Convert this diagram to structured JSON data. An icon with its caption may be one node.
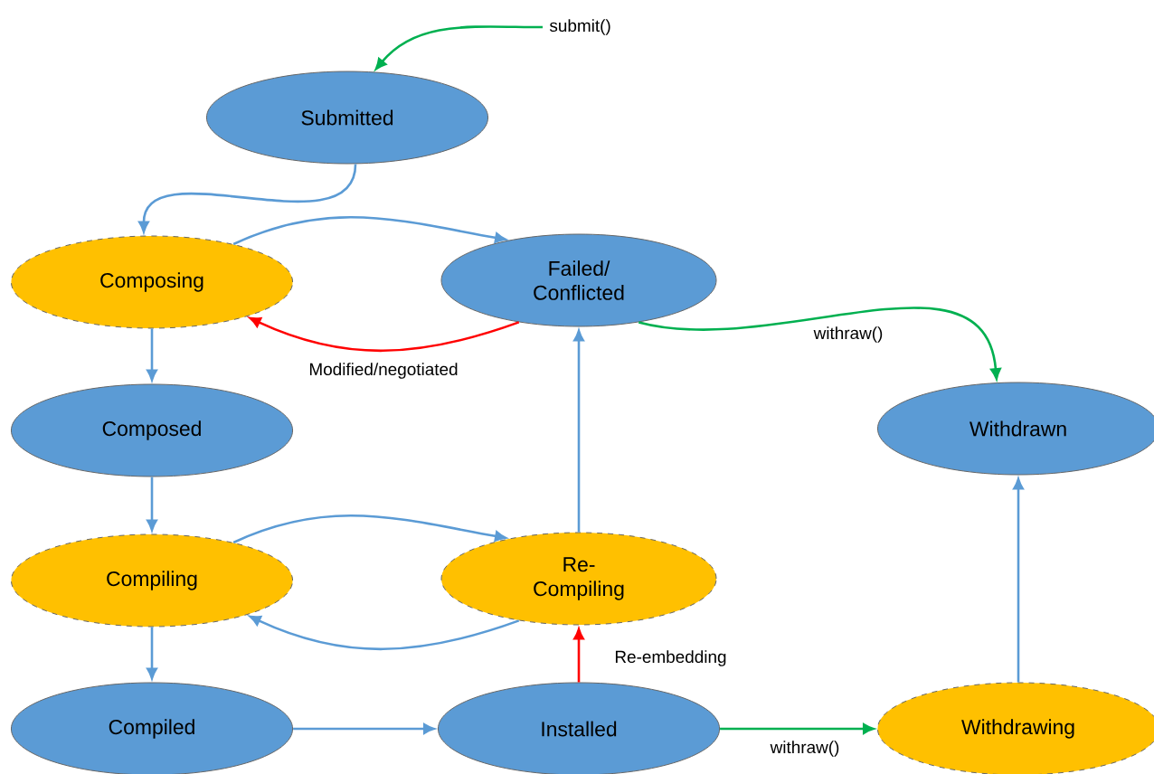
{
  "diagram": {
    "nodes": [
      {
        "text": [
          "Submitted"
        ]
      },
      {
        "text": [
          "Composing"
        ]
      },
      {
        "text": [
          "Failed/ Conflicted"
        ]
      },
      {
        "text": [
          "Composed"
        ]
      },
      {
        "text": [
          "Compiling"
        ]
      },
      {
        "text": [
          "Re- Compiling"
        ]
      },
      {
        "text": [
          "Withdrawn"
        ]
      },
      {
        "text": [
          "Compiled"
        ]
      },
      {
        "text": [
          "Installed"
        ]
      },
      {
        "text": [
          "Withdrawing"
        ]
      }
    ],
    "edges": [
      {
        "from": null,
        "to": 0,
        "arrow": "to",
        "label": "submit()",
        "color": "#00b050"
      },
      {
        "from": 0,
        "to": 1,
        "arrow": "to"
      },
      {
        "from": 1,
        "to": 2,
        "arrow": "to"
      },
      {
        "from": 2,
        "to": 1,
        "arrow": "to",
        "label": "Modified/negotiated",
        "color": "#ff0000"
      },
      {
        "from": 2,
        "to": 6,
        "arrow": "to",
        "label": "withraw()",
        "color": "#00b050"
      },
      {
        "from": 1,
        "to": 3,
        "arrow": "to"
      },
      {
        "from": 3,
        "to": 4,
        "arrow": "to"
      },
      {
        "from": 4,
        "to": 5,
        "arrow": "to"
      },
      {
        "from": 5,
        "to": 4,
        "arrow": "to"
      },
      {
        "from": 4,
        "to": 7,
        "arrow": "to"
      },
      {
        "from": 5,
        "to": 2,
        "arrow": "to"
      },
      {
        "from": 7,
        "to": 8,
        "arrow": "to"
      },
      {
        "from": 8,
        "to": 5,
        "arrow": "to",
        "label": "Re-embedding",
        "color": "#ff0000"
      },
      {
        "from": 8,
        "to": 9,
        "arrow": "to",
        "label": "withraw()",
        "color": "#00b050"
      },
      {
        "from": 9,
        "to": 6,
        "arrow": "to"
      }
    ]
  }
}
